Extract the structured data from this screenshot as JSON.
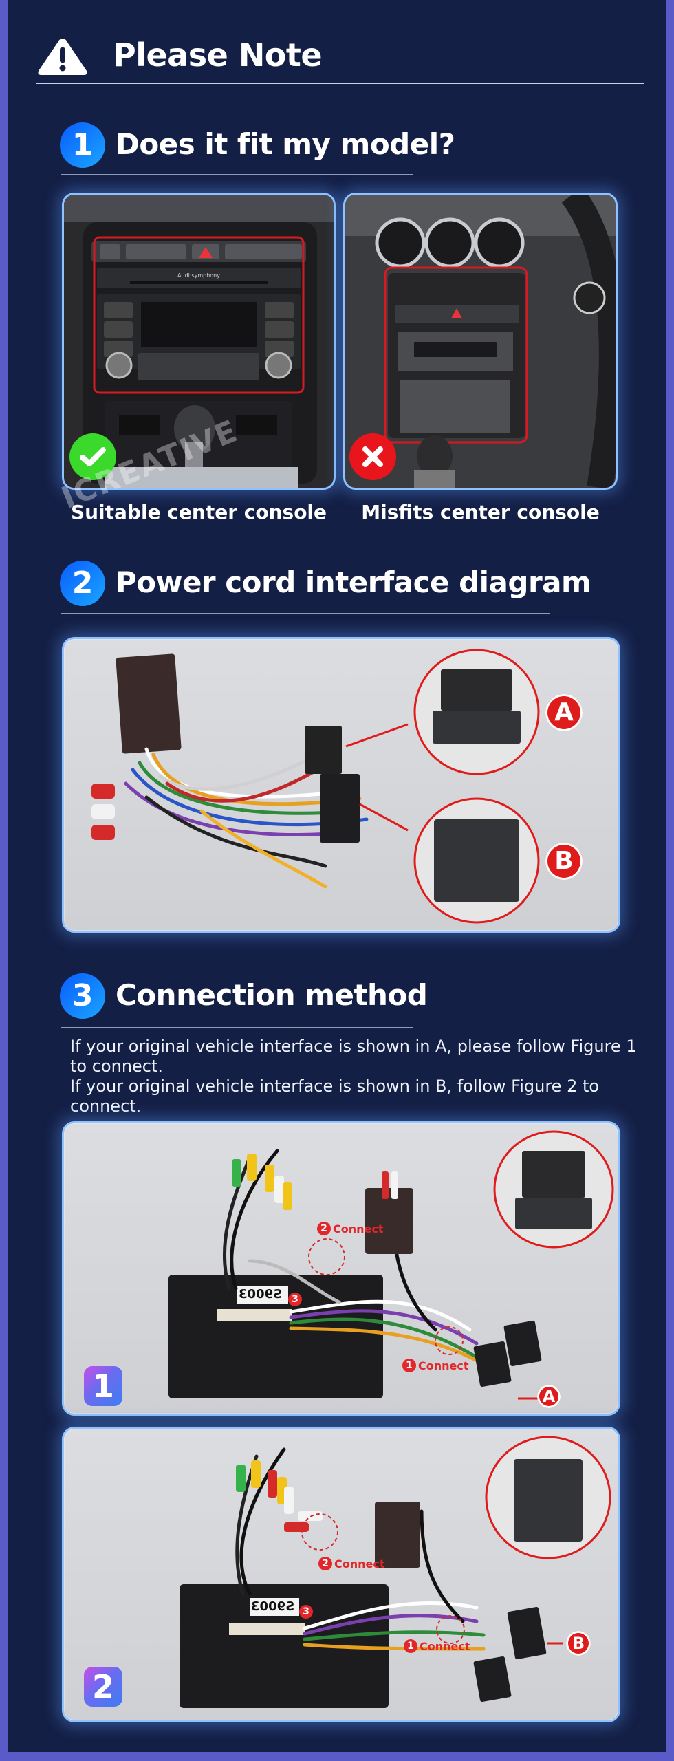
{
  "header": {
    "title": "Please Note",
    "icon": "warning-icon"
  },
  "sections": [
    {
      "number": "1",
      "title": "Does it fit my model?",
      "images": [
        {
          "caption": "Suitable center console",
          "status": "suitable",
          "status_icon": "check-icon",
          "status_color": "#3ad92b",
          "radio_text": "Audi symphony"
        },
        {
          "caption": "Misfits center console",
          "status": "misfit",
          "status_icon": "cross-icon",
          "status_color": "#e8161c"
        }
      ]
    },
    {
      "number": "2",
      "title": "Power cord interface diagram",
      "labels": [
        "A",
        "B"
      ]
    },
    {
      "number": "3",
      "title": "Connection method",
      "instructions": [
        "If your original vehicle interface is shown in A, please follow Figure 1",
        "to connect.",
        "If your original vehicle interface is shown in B, follow Figure 2 to connect."
      ],
      "figures": [
        {
          "number": "1",
          "target_label": "A",
          "model_label": "S9003",
          "connect_1": "Connect",
          "connect_2": "Connect",
          "step_1": "1",
          "step_2": "2",
          "step_3": "3"
        },
        {
          "number": "2",
          "target_label": "B",
          "model_label": "S9003",
          "connect_1": "Connect",
          "connect_2": "Connect",
          "step_1": "1",
          "step_2": "2",
          "step_3": "3"
        }
      ]
    }
  ],
  "watermark": "ICREATIVE",
  "colors": {
    "frame": "#5a5bc8",
    "background": "#141f45",
    "accent_blue": "#1a8cff",
    "card_border": "#8fc2ff",
    "label_red": "#e01b1b"
  }
}
